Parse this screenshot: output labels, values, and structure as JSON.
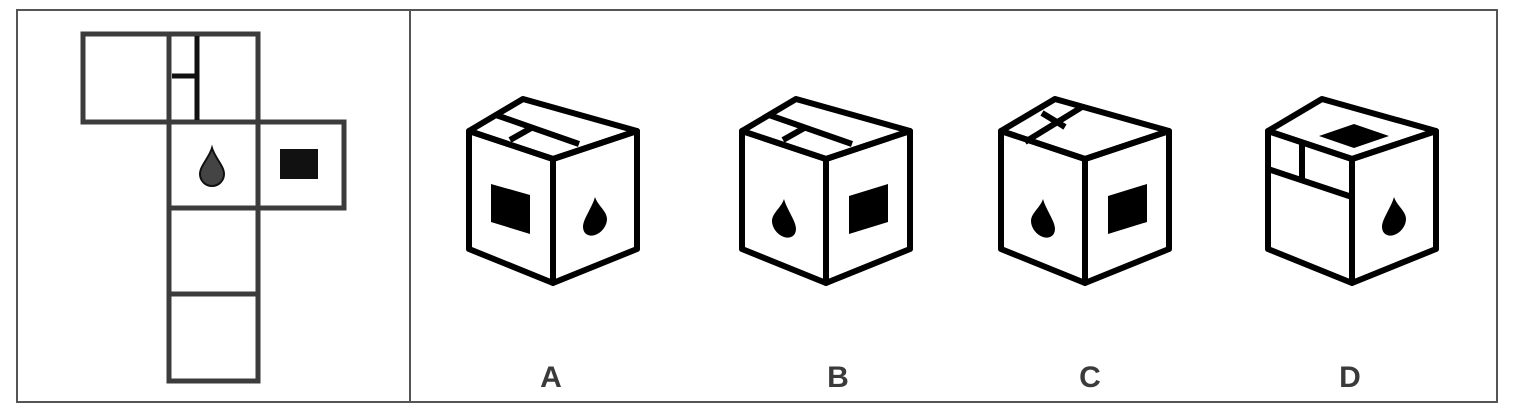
{
  "options": [
    {
      "label": "A"
    },
    {
      "label": "B"
    },
    {
      "label": "C"
    },
    {
      "label": "D"
    }
  ],
  "colors": {
    "frame": "#555555",
    "net_stroke": "#3c3c3c",
    "cube_stroke": "#000000",
    "drop_net": "#444444",
    "label": "#3a3a3a"
  }
}
